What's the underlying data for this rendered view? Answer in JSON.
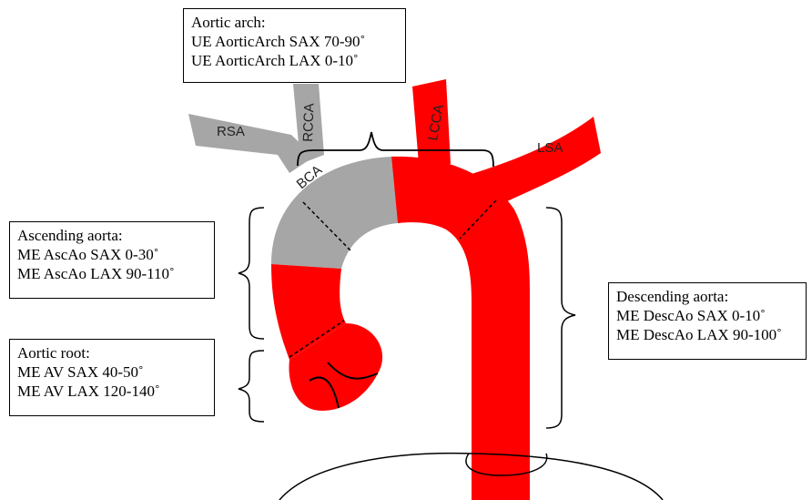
{
  "colors": {
    "arch_grey": "#a6a6a6",
    "aorta_red": "#ff0000",
    "line": "#000000"
  },
  "vessel_labels": {
    "rsa": "RSA",
    "rcca": "RCCA",
    "bca": "BCA",
    "lcca": "LCCA",
    "lsa": "LSA"
  },
  "boxes": {
    "aortic_arch": {
      "title": "Aortic arch:",
      "line1": "UE AorticArch SAX 70-90˚",
      "line2": "UE AorticArch LAX 0-10˚"
    },
    "ascending": {
      "title": "Ascending aorta:",
      "line1": "ME AscAo SAX 0-30˚",
      "line2": "ME AscAo LAX 90-110˚"
    },
    "root": {
      "title": "Aortic root:",
      "line1": "ME AV SAX 40-50˚",
      "line2": "ME AV LAX 120-140˚"
    },
    "descending": {
      "title": "Descending aorta:",
      "line1": "ME DescAo SAX 0-10˚",
      "line2": "ME DescAo LAX 90-100˚"
    }
  }
}
